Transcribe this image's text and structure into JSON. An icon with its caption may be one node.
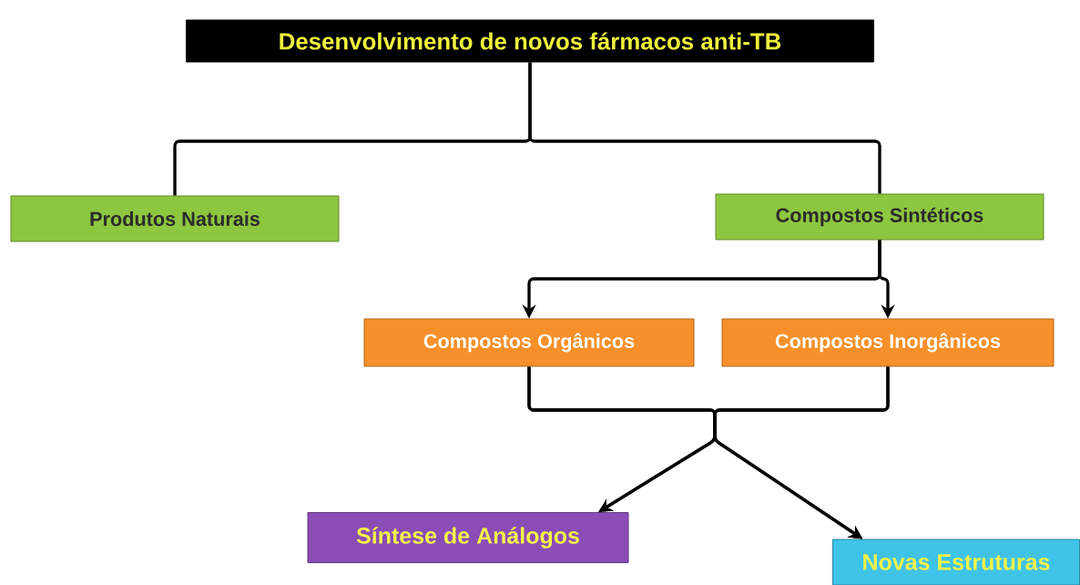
{
  "diagram": {
    "nodes": [
      {
        "text": [
          "Desenvolvimento de novos fármacos anti-TB"
        ]
      },
      {
        "text": [
          "Produtos Naturais"
        ]
      },
      {
        "text": [
          "Compostos Sintéticos"
        ]
      },
      {
        "text": [
          "Compostos Orgânicos"
        ]
      },
      {
        "text": [
          "Compostos Inorgânicos"
        ]
      },
      {
        "text": [
          "Síntese de Análogos"
        ]
      },
      {
        "text": [
          "Novas Estruturas"
        ]
      }
    ],
    "edges": [
      {
        "from": 0,
        "to": 1,
        "arrow": "none"
      },
      {
        "from": 0,
        "to": 2,
        "arrow": "none"
      },
      {
        "from": 2,
        "to": 3,
        "arrow": "to"
      },
      {
        "from": 2,
        "to": 4,
        "arrow": "to"
      },
      {
        "from": 3,
        "to": 5,
        "arrow": "to"
      },
      {
        "from": 3,
        "to": 6,
        "arrow": "to"
      },
      {
        "from": 4,
        "to": 5,
        "arrow": "to"
      },
      {
        "from": 4,
        "to": 6,
        "arrow": "to"
      }
    ]
  }
}
